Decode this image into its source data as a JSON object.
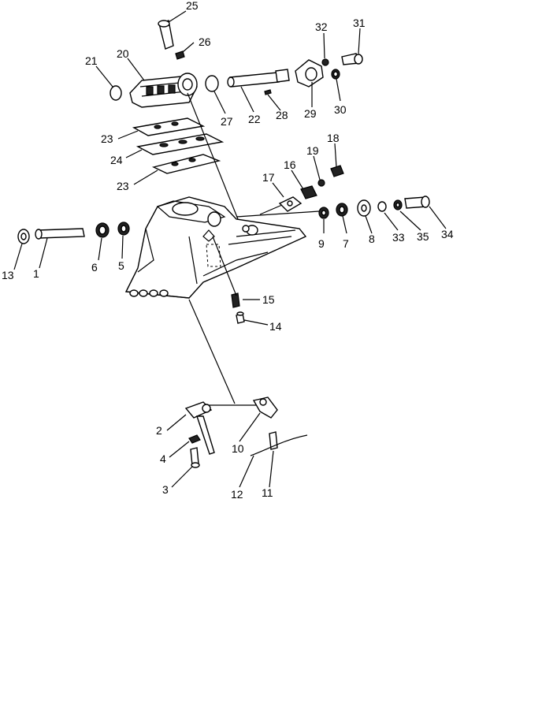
{
  "diagram": {
    "type": "exploded-parts-view",
    "callouts": [
      {
        "id": "c1",
        "text": "1"
      },
      {
        "id": "c2",
        "text": "2"
      },
      {
        "id": "c3",
        "text": "3"
      },
      {
        "id": "c4",
        "text": "4"
      },
      {
        "id": "c5",
        "text": "5"
      },
      {
        "id": "c6",
        "text": "6"
      },
      {
        "id": "c7",
        "text": "7"
      },
      {
        "id": "c8",
        "text": "8"
      },
      {
        "id": "c9",
        "text": "9"
      },
      {
        "id": "c10",
        "text": "10"
      },
      {
        "id": "c11",
        "text": "11"
      },
      {
        "id": "c12",
        "text": "12"
      },
      {
        "id": "c13",
        "text": "13"
      },
      {
        "id": "c14",
        "text": "14"
      },
      {
        "id": "c15",
        "text": "15"
      },
      {
        "id": "c16",
        "text": "16"
      },
      {
        "id": "c17",
        "text": "17"
      },
      {
        "id": "c18",
        "text": "18"
      },
      {
        "id": "c19",
        "text": "19"
      },
      {
        "id": "c20",
        "text": "20"
      },
      {
        "id": "c21",
        "text": "21"
      },
      {
        "id": "c22",
        "text": "22"
      },
      {
        "id": "c23a",
        "text": "23"
      },
      {
        "id": "c23b",
        "text": "23"
      },
      {
        "id": "c24",
        "text": "24"
      },
      {
        "id": "c25",
        "text": "25"
      },
      {
        "id": "c26",
        "text": "26"
      },
      {
        "id": "c27",
        "text": "27"
      },
      {
        "id": "c28",
        "text": "28"
      },
      {
        "id": "c29",
        "text": "29"
      },
      {
        "id": "c30",
        "text": "30"
      },
      {
        "id": "c31",
        "text": "31"
      },
      {
        "id": "c32",
        "text": "32"
      },
      {
        "id": "c33",
        "text": "33"
      },
      {
        "id": "c34",
        "text": "34"
      },
      {
        "id": "c35",
        "text": "35"
      }
    ]
  }
}
